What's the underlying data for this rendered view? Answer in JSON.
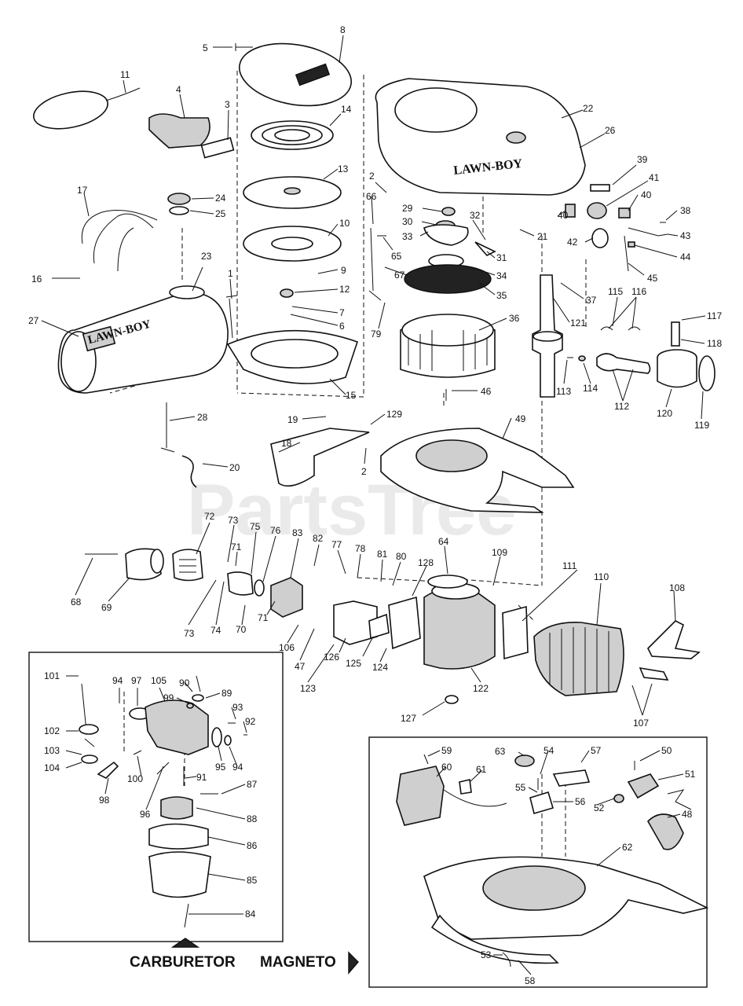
{
  "watermark": "PartsTree",
  "brand_cover": "LAWN-BOY",
  "brand_tank": "LAWN-BOY",
  "captions": {
    "carburetor": "CARBURETOR",
    "magneto": "MAGNETO"
  },
  "callouts": [
    {
      "id": "p5",
      "text": "5"
    },
    {
      "id": "p8",
      "text": "8"
    },
    {
      "id": "p11",
      "text": "11"
    },
    {
      "id": "p4",
      "text": "4"
    },
    {
      "id": "p3",
      "text": "3"
    },
    {
      "id": "p14",
      "text": "14"
    },
    {
      "id": "p22",
      "text": "22"
    },
    {
      "id": "p26",
      "text": "26"
    },
    {
      "id": "p13",
      "text": "13"
    },
    {
      "id": "p17",
      "text": "17"
    },
    {
      "id": "p24",
      "text": "24"
    },
    {
      "id": "p25",
      "text": "25"
    },
    {
      "id": "p10",
      "text": "10"
    },
    {
      "id": "p2a",
      "text": "2"
    },
    {
      "id": "p66",
      "text": "66"
    },
    {
      "id": "p29",
      "text": "29"
    },
    {
      "id": "p30",
      "text": "30"
    },
    {
      "id": "p32",
      "text": "32"
    },
    {
      "id": "p39",
      "text": "39"
    },
    {
      "id": "p41",
      "text": "41"
    },
    {
      "id": "p40a",
      "text": "40"
    },
    {
      "id": "p40b",
      "text": "40"
    },
    {
      "id": "p38",
      "text": "38"
    },
    {
      "id": "p21",
      "text": "21"
    },
    {
      "id": "p33",
      "text": "33"
    },
    {
      "id": "p43",
      "text": "43"
    },
    {
      "id": "p42",
      "text": "42"
    },
    {
      "id": "p65",
      "text": "65"
    },
    {
      "id": "p31",
      "text": "31"
    },
    {
      "id": "p44",
      "text": "44"
    },
    {
      "id": "p16",
      "text": "16"
    },
    {
      "id": "p9",
      "text": "9"
    },
    {
      "id": "p23",
      "text": "23"
    },
    {
      "id": "p67",
      "text": "67"
    },
    {
      "id": "p34",
      "text": "34"
    },
    {
      "id": "p45",
      "text": "45"
    },
    {
      "id": "p1",
      "text": "1"
    },
    {
      "id": "p12",
      "text": "12"
    },
    {
      "id": "p35",
      "text": "35"
    },
    {
      "id": "p37",
      "text": "37"
    },
    {
      "id": "p27",
      "text": "27"
    },
    {
      "id": "p7",
      "text": "7"
    },
    {
      "id": "p115",
      "text": "115"
    },
    {
      "id": "p116",
      "text": "116"
    },
    {
      "id": "p6",
      "text": "6"
    },
    {
      "id": "p117",
      "text": "117"
    },
    {
      "id": "p36",
      "text": "36"
    },
    {
      "id": "p121",
      "text": "121"
    },
    {
      "id": "p79",
      "text": "79"
    },
    {
      "id": "p118",
      "text": "118"
    },
    {
      "id": "p113",
      "text": "113"
    },
    {
      "id": "p114",
      "text": "114"
    },
    {
      "id": "p46",
      "text": "46"
    },
    {
      "id": "p112",
      "text": "112"
    },
    {
      "id": "p120",
      "text": "120"
    },
    {
      "id": "p15",
      "text": "15"
    },
    {
      "id": "p28",
      "text": "28"
    },
    {
      "id": "p119",
      "text": "119"
    },
    {
      "id": "p129",
      "text": "129"
    },
    {
      "id": "p19",
      "text": "19"
    },
    {
      "id": "p49",
      "text": "49"
    },
    {
      "id": "p18",
      "text": "18"
    },
    {
      "id": "p2b",
      "text": "2"
    },
    {
      "id": "p20",
      "text": "20"
    },
    {
      "id": "p72",
      "text": "72"
    },
    {
      "id": "p73a",
      "text": "73"
    },
    {
      "id": "p75",
      "text": "75"
    },
    {
      "id": "p76",
      "text": "76"
    },
    {
      "id": "p83",
      "text": "83"
    },
    {
      "id": "p82",
      "text": "82"
    },
    {
      "id": "p77",
      "text": "77"
    },
    {
      "id": "p64",
      "text": "64"
    },
    {
      "id": "p71a",
      "text": "71"
    },
    {
      "id": "p78",
      "text": "78"
    },
    {
      "id": "p81",
      "text": "81"
    },
    {
      "id": "p80",
      "text": "80"
    },
    {
      "id": "p109",
      "text": "109"
    },
    {
      "id": "p128",
      "text": "128"
    },
    {
      "id": "p68",
      "text": "68"
    },
    {
      "id": "p69",
      "text": "69"
    },
    {
      "id": "p111",
      "text": "111"
    },
    {
      "id": "p110",
      "text": "110"
    },
    {
      "id": "p108",
      "text": "108"
    },
    {
      "id": "p73b",
      "text": "73"
    },
    {
      "id": "p74",
      "text": "74"
    },
    {
      "id": "p70",
      "text": "70"
    },
    {
      "id": "p71b",
      "text": "71"
    },
    {
      "id": "p106",
      "text": "106"
    },
    {
      "id": "p47",
      "text": "47"
    },
    {
      "id": "p126",
      "text": "126"
    },
    {
      "id": "p125",
      "text": "125"
    },
    {
      "id": "p124",
      "text": "124"
    },
    {
      "id": "p123",
      "text": "123"
    },
    {
      "id": "p122",
      "text": "122"
    },
    {
      "id": "p107",
      "text": "107"
    },
    {
      "id": "p127",
      "text": "127"
    },
    {
      "id": "p101",
      "text": "101"
    },
    {
      "id": "p94a",
      "text": "94"
    },
    {
      "id": "p97",
      "text": "97"
    },
    {
      "id": "p105",
      "text": "105"
    },
    {
      "id": "p90",
      "text": "90"
    },
    {
      "id": "p89",
      "text": "89"
    },
    {
      "id": "p99",
      "text": "99"
    },
    {
      "id": "p93",
      "text": "93"
    },
    {
      "id": "p92",
      "text": "92"
    },
    {
      "id": "p102",
      "text": "102"
    },
    {
      "id": "p103",
      "text": "103"
    },
    {
      "id": "p104",
      "text": "104"
    },
    {
      "id": "p95",
      "text": "95"
    },
    {
      "id": "p94b",
      "text": "94"
    },
    {
      "id": "p100",
      "text": "100"
    },
    {
      "id": "p91",
      "text": "91"
    },
    {
      "id": "p87",
      "text": "87"
    },
    {
      "id": "p98",
      "text": "98"
    },
    {
      "id": "p96",
      "text": "96"
    },
    {
      "id": "p88",
      "text": "88"
    },
    {
      "id": "p86",
      "text": "86"
    },
    {
      "id": "p85",
      "text": "85"
    },
    {
      "id": "p84",
      "text": "84"
    },
    {
      "id": "p59",
      "text": "59"
    },
    {
      "id": "p63",
      "text": "63"
    },
    {
      "id": "p54",
      "text": "54"
    },
    {
      "id": "p57",
      "text": "57"
    },
    {
      "id": "p50",
      "text": "50"
    },
    {
      "id": "p60",
      "text": "60"
    },
    {
      "id": "p61",
      "text": "61"
    },
    {
      "id": "p51",
      "text": "51"
    },
    {
      "id": "p55",
      "text": "55"
    },
    {
      "id": "p56",
      "text": "56"
    },
    {
      "id": "p48",
      "text": "48"
    },
    {
      "id": "p52",
      "text": "52"
    },
    {
      "id": "p62",
      "text": "62"
    },
    {
      "id": "p53",
      "text": "53"
    },
    {
      "id": "p58",
      "text": "58"
    }
  ]
}
